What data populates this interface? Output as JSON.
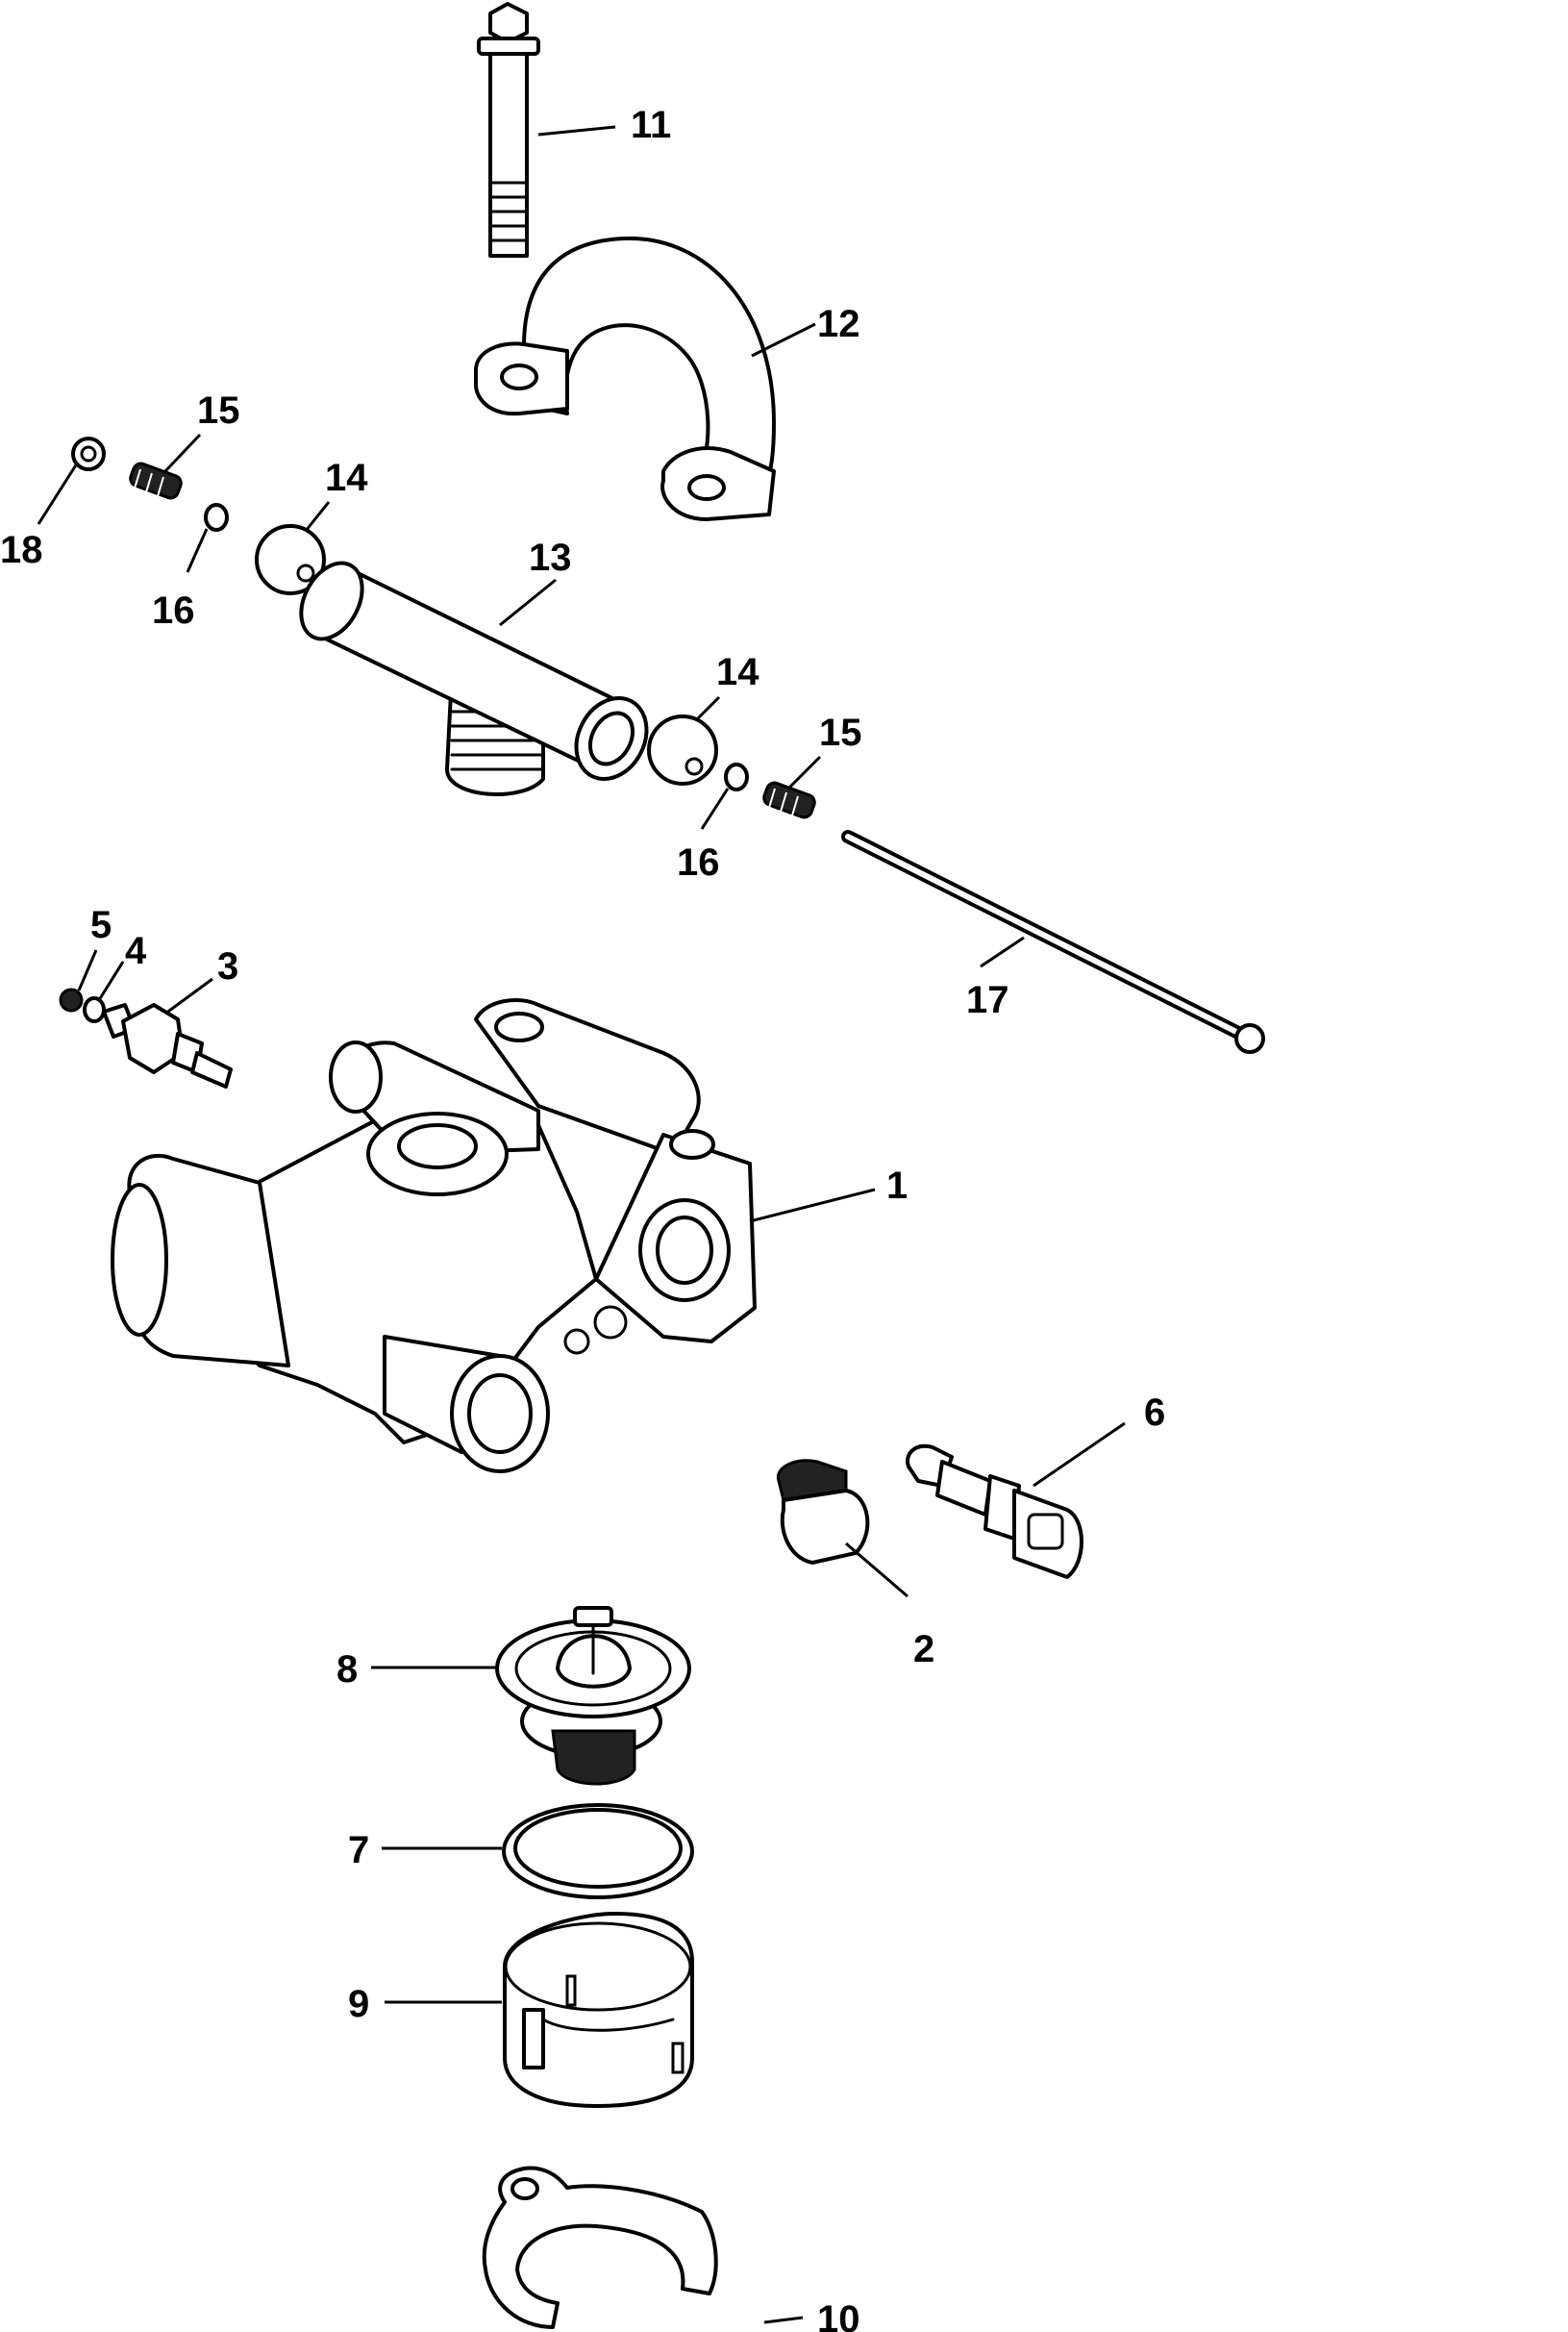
{
  "diagram": {
    "callouts": [
      {
        "id": "c11",
        "label": "11"
      },
      {
        "id": "c12",
        "label": "12"
      },
      {
        "id": "c15a",
        "label": "15"
      },
      {
        "id": "c14a",
        "label": "14"
      },
      {
        "id": "c13",
        "label": "13"
      },
      {
        "id": "c18",
        "label": "18"
      },
      {
        "id": "c16a",
        "label": "16"
      },
      {
        "id": "c14b",
        "label": "14"
      },
      {
        "id": "c15b",
        "label": "15"
      },
      {
        "id": "c16b",
        "label": "16"
      },
      {
        "id": "c5",
        "label": "5"
      },
      {
        "id": "c4",
        "label": "4"
      },
      {
        "id": "c3",
        "label": "3"
      },
      {
        "id": "c17",
        "label": "17"
      },
      {
        "id": "c1",
        "label": "1"
      },
      {
        "id": "c6",
        "label": "6"
      },
      {
        "id": "c2",
        "label": "2"
      },
      {
        "id": "c8",
        "label": "8"
      },
      {
        "id": "c7",
        "label": "7"
      },
      {
        "id": "c9",
        "label": "9"
      },
      {
        "id": "c10",
        "label": "10"
      }
    ],
    "colors": {
      "line": "#000000",
      "background": "#ffffff"
    }
  }
}
